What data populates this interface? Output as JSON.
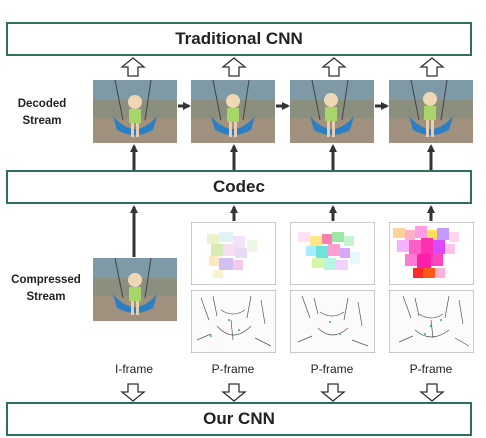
{
  "top_box": {
    "label": "Traditional CNN"
  },
  "codec_box": {
    "label": "Codec"
  },
  "bottom_box": {
    "label": "Our CNN"
  },
  "row_labels": {
    "decoded": [
      "Decoded",
      "Stream"
    ],
    "compressed": [
      "Compressed",
      "Stream"
    ]
  },
  "frame_types": [
    "I-frame",
    "P-frame",
    "P-frame",
    "P-frame"
  ],
  "colors": {
    "box_border": "#2e6f63",
    "arrow": "#333333",
    "sky": "#6a7f8f",
    "swing_seat": "#2b7fc4",
    "shirt": "#a8d56a"
  },
  "icons": [
    "hollow-up-arrow-icon",
    "solid-up-arrow-icon",
    "solid-right-arrow-icon"
  ]
}
